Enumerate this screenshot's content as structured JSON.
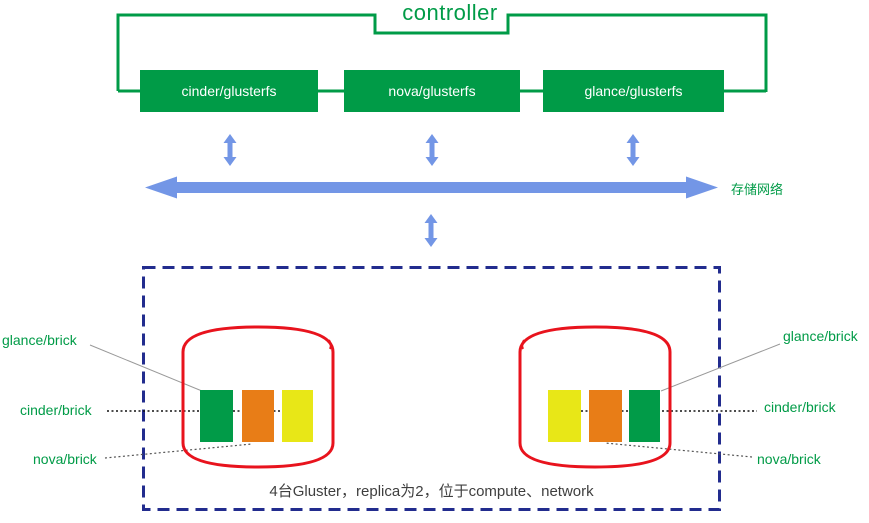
{
  "header": {
    "controller_title": "controller",
    "nodes": [
      {
        "label": "cinder/glusterfs"
      },
      {
        "label": "nova/glusterfs"
      },
      {
        "label": "glance/glusterfs"
      }
    ]
  },
  "network": {
    "label": "存储网络"
  },
  "cluster": {
    "caption": "4台Gluster，replica为2，位于compute、network",
    "left_labels": {
      "glance": "glance/brick",
      "cinder": "cinder/brick",
      "nova": "nova/brick"
    },
    "right_labels": {
      "glance": "glance/brick",
      "cinder": "cinder/brick",
      "nova": "nova/brick"
    }
  },
  "colors": {
    "green": "#009B47",
    "arrow_blue": "#7396E6",
    "cylinder_red": "#E8131D",
    "dashed_navy": "#222C8E",
    "brick_green": "#019B48",
    "brick_orange": "#E87D17",
    "brick_yellow": "#E8E717",
    "caption_gray": "#3F3F3F"
  }
}
